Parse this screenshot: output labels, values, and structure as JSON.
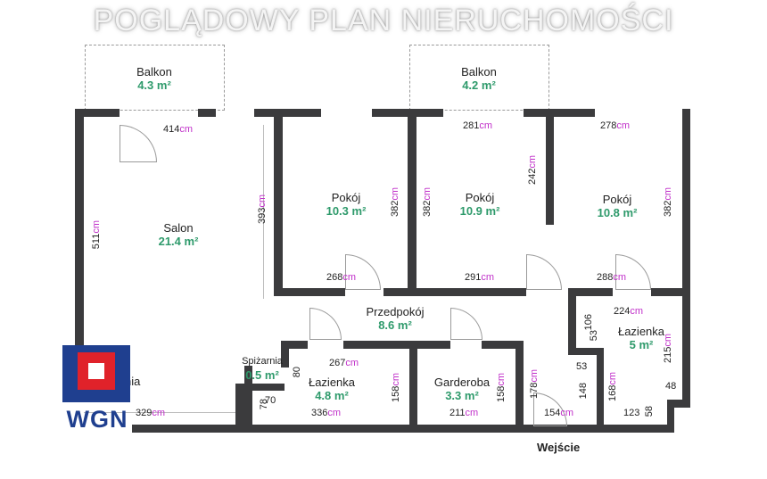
{
  "title": "POGLĄDOWY PLAN NIERUCHOMOŚCI",
  "entrance_label": "Wejście",
  "logo_text": "WGN",
  "rooms": {
    "balkon1": {
      "name": "Balkon",
      "area": "4.3 m²"
    },
    "balkon2": {
      "name": "Balkon",
      "area": "4.2 m²"
    },
    "salon": {
      "name": "Salon",
      "area": "21.4 m²"
    },
    "pokoj1": {
      "name": "Pokój",
      "area": "10.3 m²"
    },
    "pokoj2": {
      "name": "Pokój",
      "area": "10.9 m²"
    },
    "pokoj3": {
      "name": "Pokój",
      "area": "10.8 m²"
    },
    "przedpokoj": {
      "name": "Przedpokój",
      "area": "8.6 m²"
    },
    "lazienka_small": {
      "name": "Łazienka",
      "area": "5 m²"
    },
    "spizarnia": {
      "name": "Spiżarnia",
      "area": "0.5 m²"
    },
    "lazienka": {
      "name": "Łazienka",
      "area": "4.8 m²"
    },
    "garderoba": {
      "name": "Garderoba",
      "area": "3.3 m²"
    },
    "kitchen": {
      "name": "nia",
      "area": "²"
    }
  },
  "unit": "cm",
  "dims": {
    "d414": "414",
    "d511": "511",
    "d393": "393",
    "d268": "268",
    "d382a": "382",
    "d382b": "382",
    "d281": "281",
    "d242": "242",
    "d291": "291",
    "d278": "278",
    "d382c": "382",
    "d288": "288",
    "d224": "224",
    "d215": "215",
    "d267": "267",
    "d158a": "158",
    "d336": "336",
    "d211": "211",
    "d158b": "158",
    "d178": "178",
    "d154": "154",
    "d168": "168",
    "d329": "329"
  },
  "nums": {
    "n106": "106",
    "n53a": "53",
    "n53b": "53",
    "n48": "48",
    "n148": "148",
    "n123": "123",
    "n58": "58",
    "n80": "80",
    "n78": "78",
    "n70": "70"
  }
}
